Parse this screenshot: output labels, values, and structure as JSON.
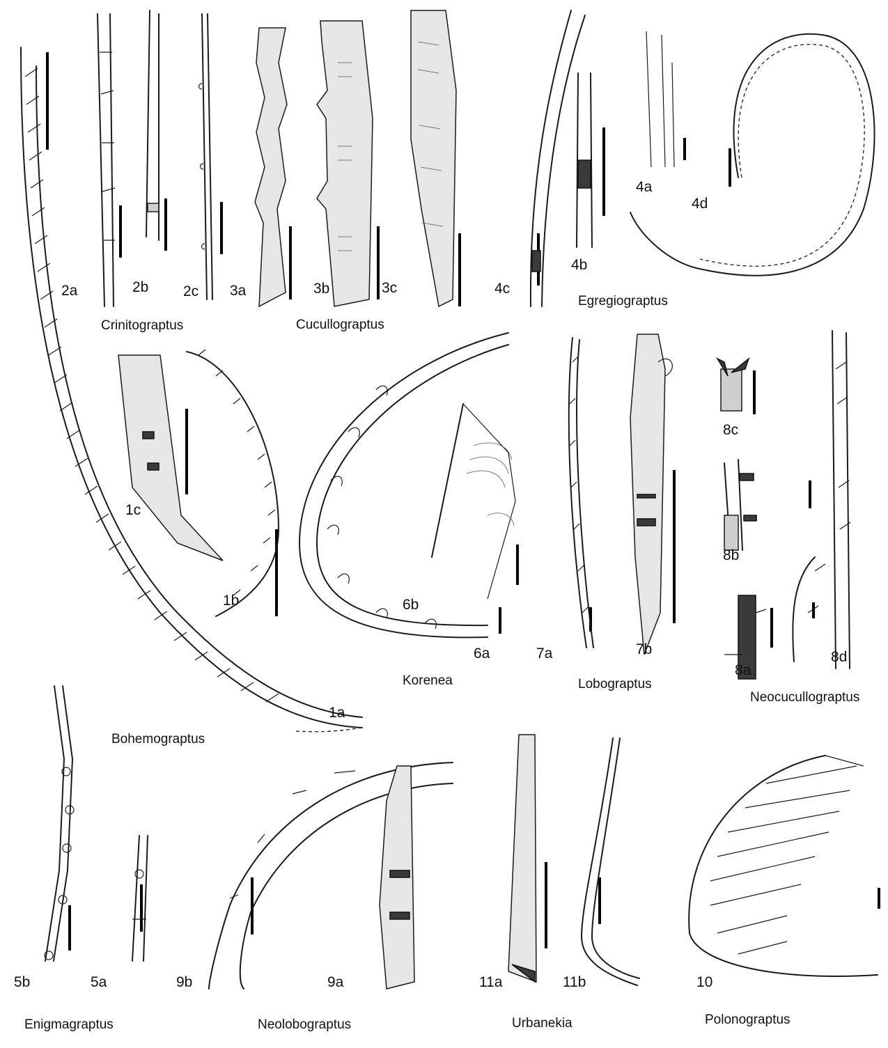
{
  "figure_labels": {
    "f1a": "1a",
    "f1b": "1b",
    "f1c": "1c",
    "f2a": "2a",
    "f2b": "2b",
    "f2c": "2c",
    "f3a": "3a",
    "f3b": "3b",
    "f3c": "3c",
    "f4a": "4a",
    "f4b": "4b",
    "f4c": "4c",
    "f4d": "4d",
    "f5a": "5a",
    "f5b": "5b",
    "f6a": "6a",
    "f6b": "6b",
    "f7a": "7a",
    "f7b": "7b",
    "f8a": "8a",
    "f8b": "8b",
    "f8c": "8c",
    "f8d": "8d",
    "f9a": "9a",
    "f9b": "9b",
    "f10": "10",
    "f11a": "11a",
    "f11b": "11b"
  },
  "genera": {
    "crinitograptus": "Crinitograptus",
    "cucullograptus": "Cucullograptus",
    "egregiograptus": "Egregiograptus",
    "bohemograptus": "Bohemograptus",
    "korenea": "Korenea",
    "lobograptus": "Lobograptus",
    "neocucullograptus": "Neocucullograptus",
    "enigmagraptus": "Enigmagraptus",
    "neolobograptus": "Neolobograptus",
    "urbanekia": "Urbanekia",
    "polonograptus": "Polonograptus"
  }
}
